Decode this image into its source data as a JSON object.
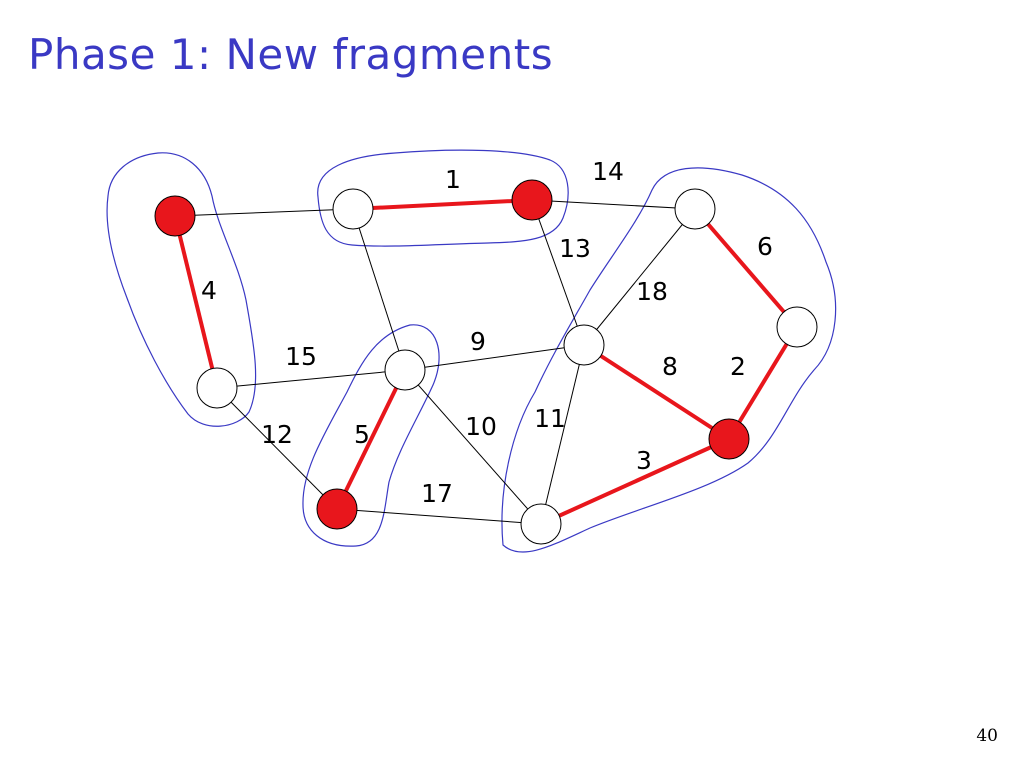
{
  "slide": {
    "title": "Phase 1: New fragments",
    "page_number": "40"
  },
  "colors": {
    "title": "#3a39c4",
    "fragment_outline": "#3a39c4",
    "selected_edge": "#e8161c",
    "leader_node": "#e8161c",
    "plain_node": "#ffffff",
    "plain_edge": "#000000"
  },
  "graph": {
    "nodes": [
      {
        "id": "A",
        "leader": true
      },
      {
        "id": "B",
        "leader": false
      },
      {
        "id": "C",
        "leader": true
      },
      {
        "id": "D",
        "leader": false
      },
      {
        "id": "E",
        "leader": false
      },
      {
        "id": "F",
        "leader": false
      },
      {
        "id": "G",
        "leader": false
      },
      {
        "id": "H",
        "leader": false
      },
      {
        "id": "I",
        "leader": true
      },
      {
        "id": "J",
        "leader": true
      },
      {
        "id": "K",
        "leader": false
      }
    ],
    "edges": [
      {
        "from": "A",
        "to": "B",
        "weight": "",
        "selected": false
      },
      {
        "from": "B",
        "to": "C",
        "weight": "1",
        "selected": true
      },
      {
        "from": "C",
        "to": "D",
        "weight": "14",
        "selected": false
      },
      {
        "from": "A",
        "to": "F",
        "weight": "4",
        "selected": true
      },
      {
        "from": "B",
        "to": "G",
        "weight": "",
        "selected": false
      },
      {
        "from": "C",
        "to": "H",
        "weight": "13",
        "selected": false
      },
      {
        "from": "D",
        "to": "E",
        "weight": "6",
        "selected": true
      },
      {
        "from": "D",
        "to": "H",
        "weight": "18",
        "selected": false
      },
      {
        "from": "F",
        "to": "G",
        "weight": "15",
        "selected": false
      },
      {
        "from": "G",
        "to": "H",
        "weight": "9",
        "selected": false
      },
      {
        "from": "H",
        "to": "I",
        "weight": "8",
        "selected": true
      },
      {
        "from": "E",
        "to": "I",
        "weight": "2",
        "selected": true
      },
      {
        "from": "F",
        "to": "J",
        "weight": "12",
        "selected": false
      },
      {
        "from": "G",
        "to": "J",
        "weight": "5",
        "selected": true
      },
      {
        "from": "G",
        "to": "K",
        "weight": "10",
        "selected": false
      },
      {
        "from": "H",
        "to": "K",
        "weight": "11",
        "selected": false
      },
      {
        "from": "J",
        "to": "K",
        "weight": "17",
        "selected": false
      },
      {
        "from": "K",
        "to": "I",
        "weight": "3",
        "selected": true
      }
    ],
    "fragments": [
      {
        "id": "fragment-A-F",
        "members": [
          "A",
          "F"
        ]
      },
      {
        "id": "fragment-B-C",
        "members": [
          "B",
          "C"
        ]
      },
      {
        "id": "fragment-G-J",
        "members": [
          "G",
          "J"
        ]
      },
      {
        "id": "fragment-D-E-H-I-K",
        "members": [
          "D",
          "E",
          "H",
          "I",
          "K"
        ]
      }
    ]
  }
}
